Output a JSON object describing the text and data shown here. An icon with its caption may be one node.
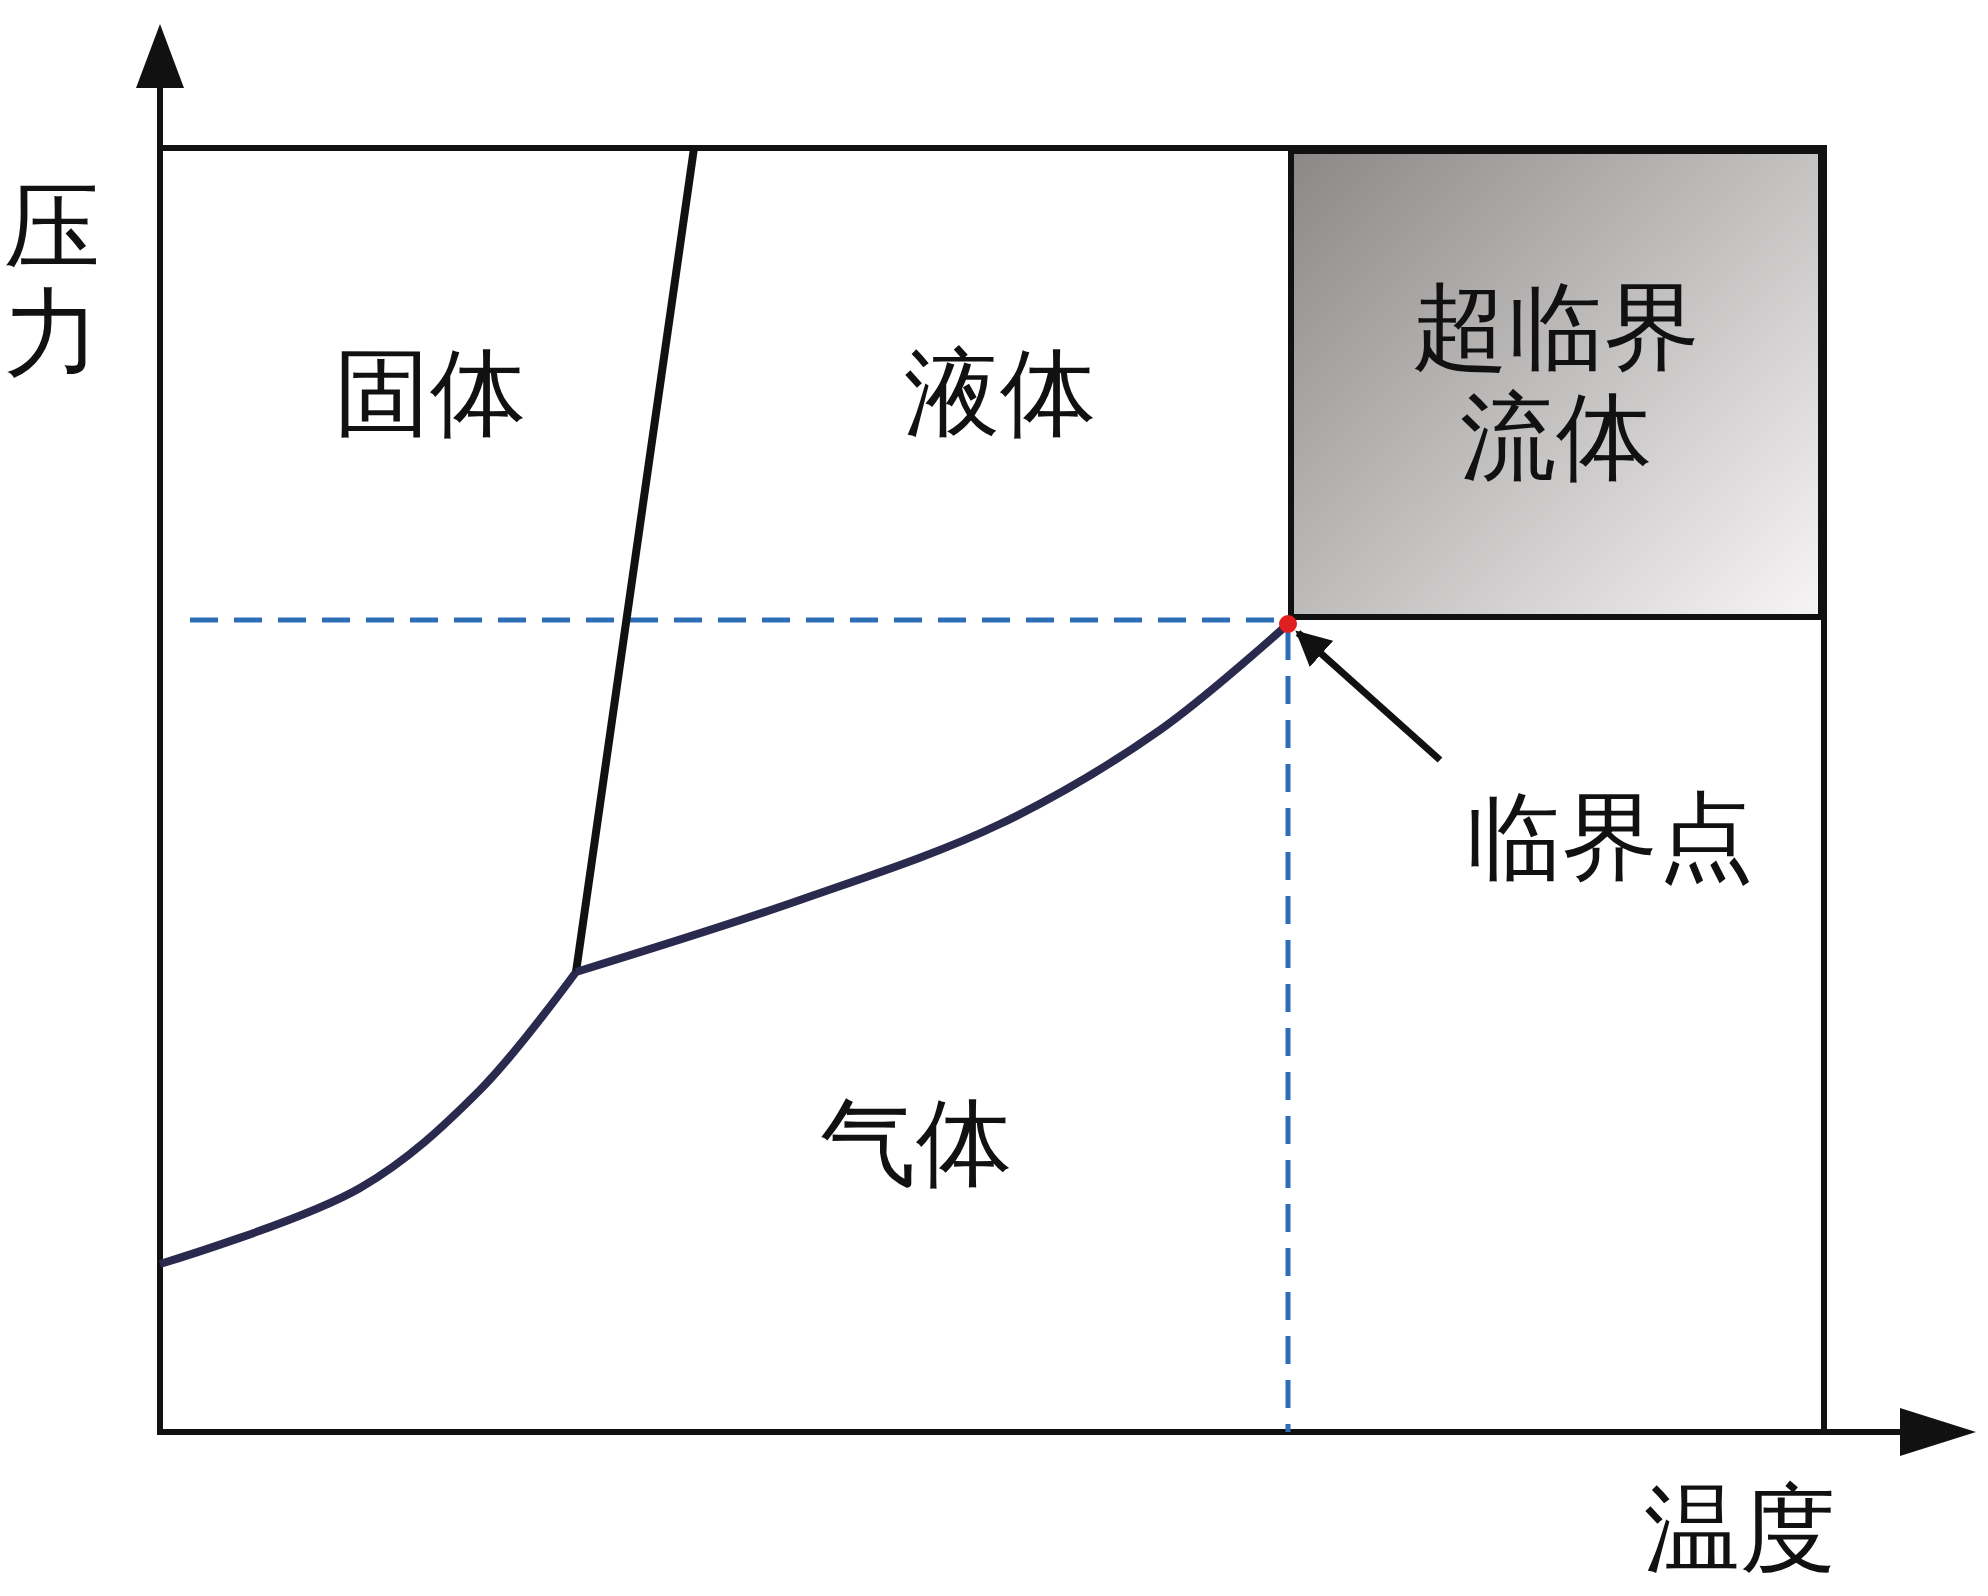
{
  "diagram": {
    "nodes": [
      {
        "text": [
          "超临界流体"
        ]
      },
      {
        "text": [
          "临界点"
        ]
      },
      {
        "text": [],
        "shape": "circle"
      }
    ],
    "edges": [
      {
        "from": 1,
        "to": 2,
        "arrow": "to"
      }
    ],
    "labels": [
      "压力",
      "固体",
      "液体",
      "气体",
      "温度"
    ]
  }
}
